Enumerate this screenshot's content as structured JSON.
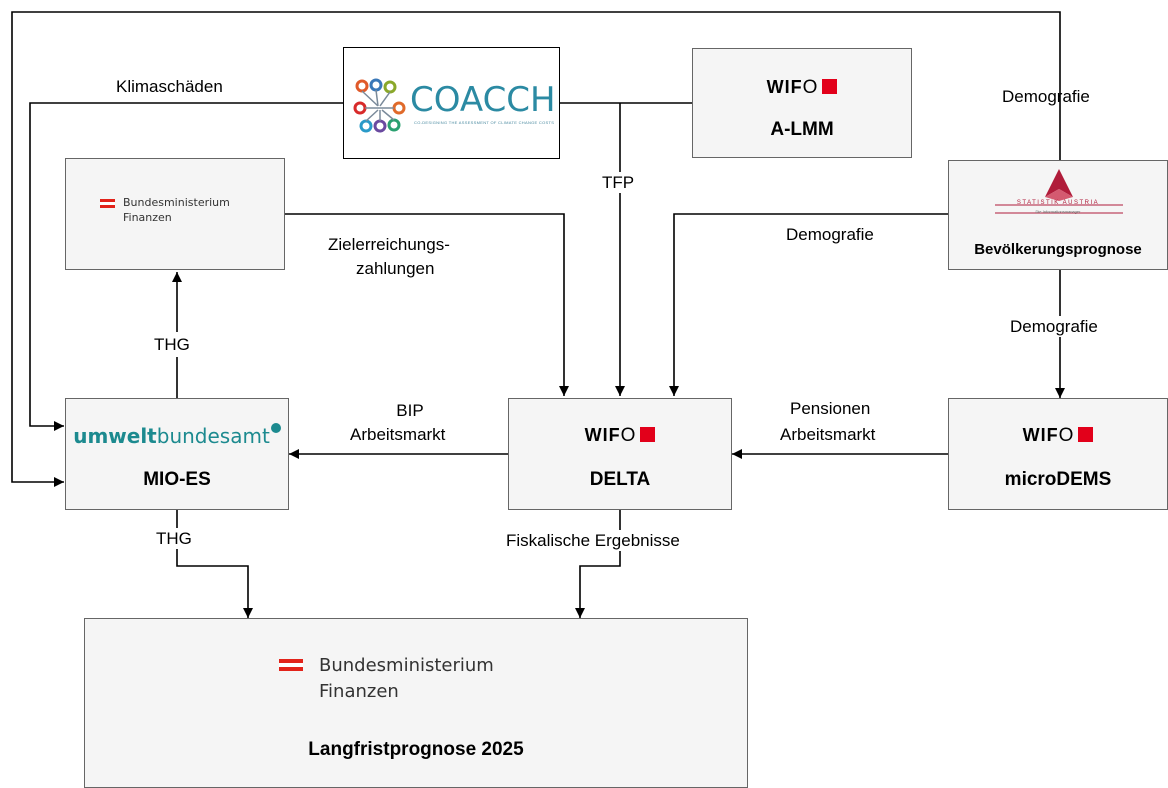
{
  "nodes": {
    "coacch": {
      "logo_text": "COACCH",
      "tagline": "CO-DESIGNING THE ASSESSMENT OF CLIMATE CHANGE COSTS"
    },
    "a_lmm": {
      "logo": "WIFO",
      "title": "A-LMM"
    },
    "bmf_small": {
      "logo_line1": "Bundesministerium",
      "logo_line2": "Finanzen"
    },
    "statistik": {
      "logo_text": "STATISTIK AUSTRIA",
      "logo_sub": "Die Informationsmanager",
      "title": "Bevölkerungsprognose"
    },
    "mio_es": {
      "logo_bold": "umwelt",
      "logo_rest": "bundesamt",
      "title": "MIO-ES"
    },
    "delta": {
      "logo": "WIFO",
      "title": "DELTA"
    },
    "microdems": {
      "logo": "WIFO",
      "title": "microDEMS"
    },
    "langfrist": {
      "logo_line1": "Bundesministerium",
      "logo_line2": "Finanzen",
      "title": "Langfristprognose 2025"
    }
  },
  "edge_labels": {
    "klimaschaeden": "Klimaschäden",
    "demografie_top": "Demografie",
    "tfp": "TFP",
    "zielerreichung_1": "Zielerreichungs-",
    "zielerreichung_2": "zahlungen",
    "demografie_mid": "Demografie",
    "demografie_right": "Demografie",
    "thg_up": "THG",
    "bip": "BIP",
    "arbeitsmarkt_left": "Arbeitsmarkt",
    "pensionen": "Pensionen",
    "arbeitsmarkt_right": "Arbeitsmarkt",
    "thg_down": "THG",
    "fiskalische": "Fiskalische Ergebnisse"
  },
  "colors": {
    "wifo_red": "#e2001a",
    "bmf_red": "#e2231a",
    "uba_teal": "#1c8a8f",
    "uba_grey": "#5f6a72",
    "coacch_blue": "#2b8aa3",
    "statistik_red": "#b01c3a"
  }
}
